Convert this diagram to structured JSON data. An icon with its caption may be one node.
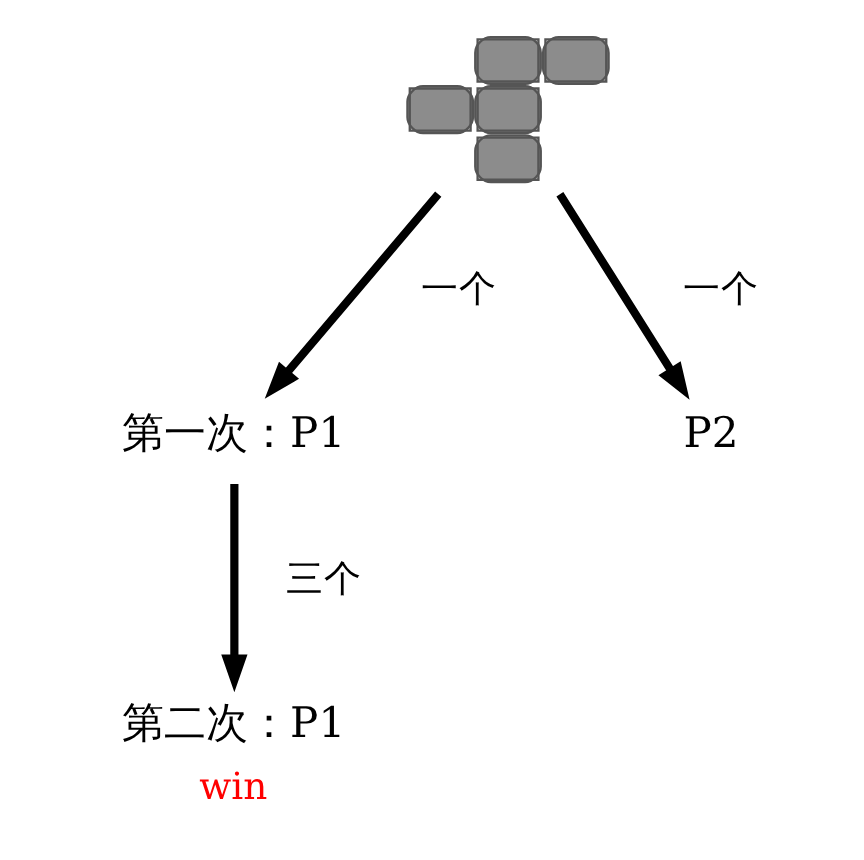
{
  "diagram": {
    "nodes": [
      {
        "text": [],
        "shape": "picture"
      },
      {
        "text": [
          "第一次：P1"
        ]
      },
      {
        "text": [
          "P2"
        ]
      },
      {
        "text": [
          "第二次：P1"
        ],
        "beside": [
          "win"
        ]
      }
    ],
    "edges": [
      {
        "from": 0,
        "to": 1,
        "arrow": "to",
        "label": "一个"
      },
      {
        "from": 0,
        "to": 2,
        "arrow": "to",
        "label": "一个"
      },
      {
        "from": 1,
        "to": 3,
        "arrow": "to",
        "label": "三个"
      }
    ]
  }
}
